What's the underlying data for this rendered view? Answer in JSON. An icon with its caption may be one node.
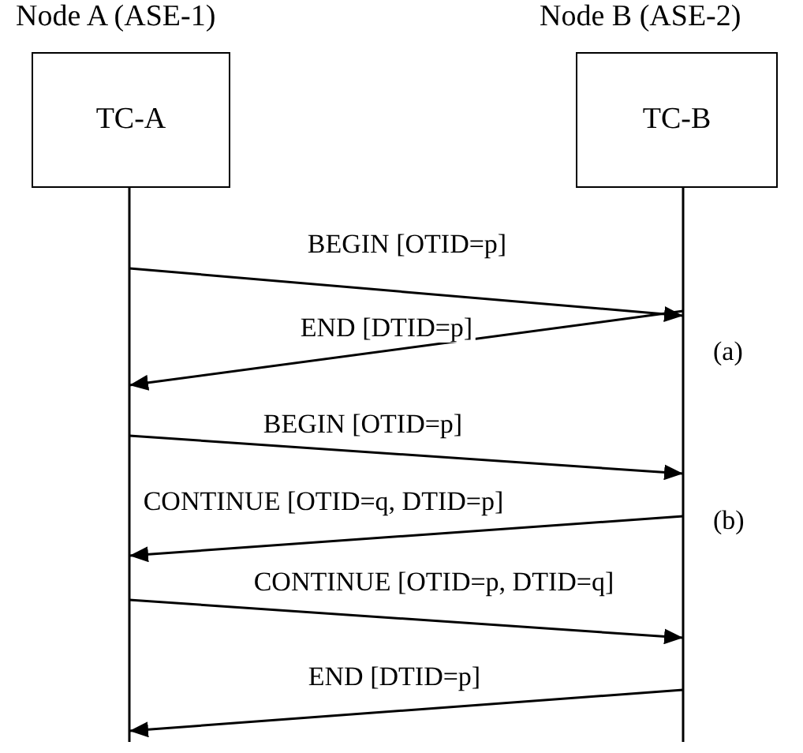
{
  "diagram": {
    "nodes": [
      {
        "text": [
          "Node A (ASE-1)",
          "TC-A"
        ]
      },
      {
        "text": [
          "Node B (ASE-2)",
          "TC-B"
        ]
      }
    ],
    "edges": [
      {
        "from": 0,
        "to": 1,
        "arrow": "to",
        "label": "BEGIN [OTID=p]"
      },
      {
        "from": 1,
        "to": 0,
        "arrow": "to",
        "label": "END [DTID=p]"
      },
      {
        "from": 0,
        "to": 1,
        "arrow": "to",
        "label": "BEGIN [OTID=p]"
      },
      {
        "from": 1,
        "to": 0,
        "arrow": "to",
        "label": "CONTINUE [OTID=q, DTID=p]"
      },
      {
        "from": 0,
        "to": 1,
        "arrow": "to",
        "label": "CONTINUE [OTID=p, DTID=q]"
      },
      {
        "from": 1,
        "to": 0,
        "arrow": "to",
        "label": "END [DTID=p]"
      }
    ],
    "labels": [
      "(a)",
      "(b)"
    ]
  }
}
